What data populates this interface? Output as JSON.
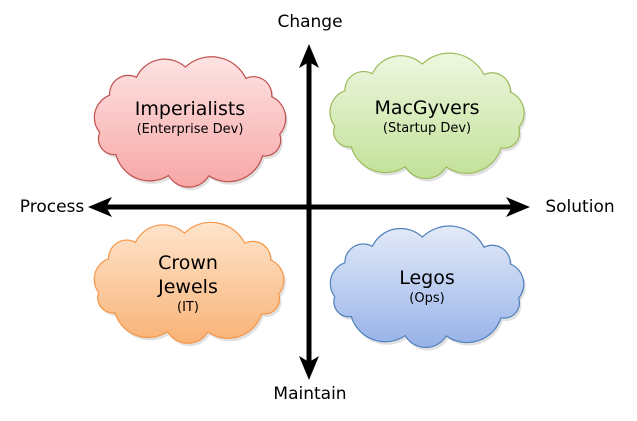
{
  "axes": {
    "top": "Change",
    "bottom": "Maintain",
    "left": "Process",
    "right": "Solution"
  },
  "quadrants": [
    {
      "title": "Imperialists",
      "subtitle": "(Enterprise Dev)",
      "fill_top": "#fde3e3",
      "fill_bottom": "#f8a7a7",
      "stroke": "#c0504d"
    },
    {
      "title": "MacGyvers",
      "subtitle": "(Startup Dev)",
      "fill_top": "#eef7e0",
      "fill_bottom": "#c2e198",
      "stroke": "#9bbb59"
    },
    {
      "title": "Crown Jewels",
      "title_line1": "Crown",
      "title_line2": "Jewels",
      "subtitle": "(IT)",
      "fill_top": "#fee4cc",
      "fill_bottom": "#f9b377",
      "stroke": "#f79646"
    },
    {
      "title": "Legos",
      "subtitle": "(Ops)",
      "fill_top": "#e3eaf8",
      "fill_bottom": "#97b2e8",
      "stroke": "#4f81bd"
    }
  ]
}
